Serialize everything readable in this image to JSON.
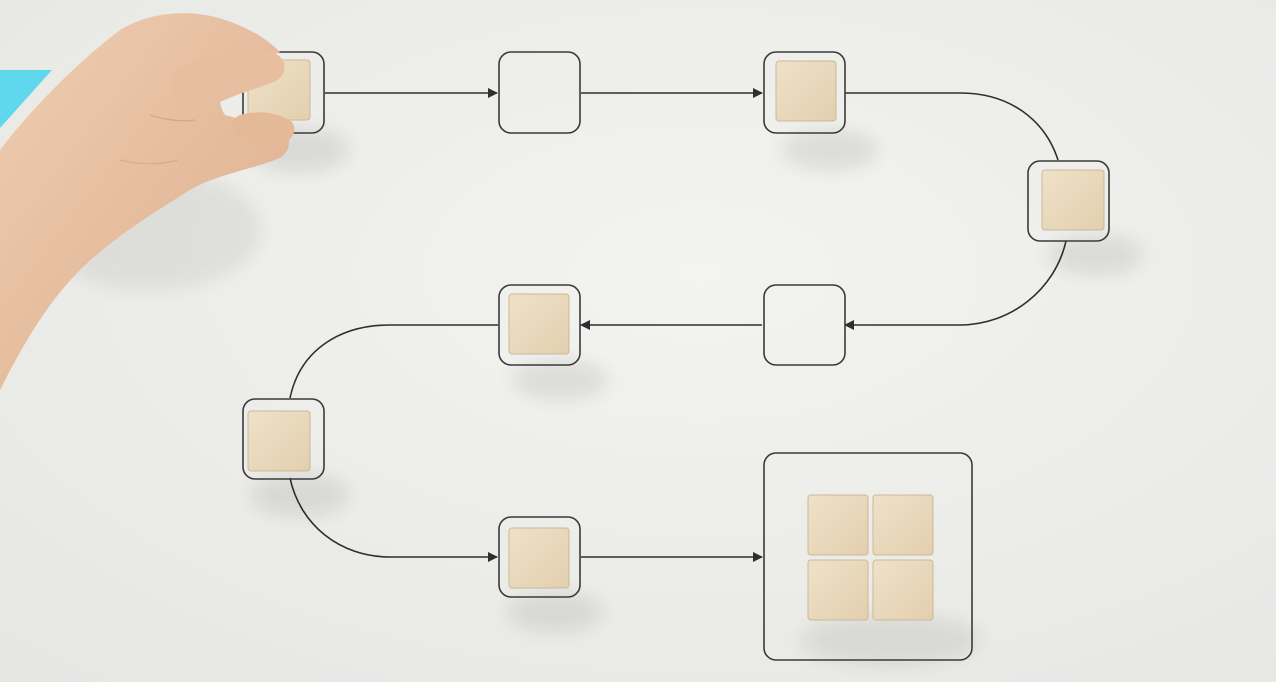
{
  "scene": {
    "kind": "photo-process-flow",
    "background_color": "#ececea",
    "line_color": "#2f2f2f",
    "outline_color": "#3a3a3a",
    "block_face_color": "#e9d9bf",
    "block_edge_color": "#cdb896",
    "accent_color": "#5fd8ee",
    "skin_color": "#e8c3a4"
  },
  "flow": {
    "steps": [
      {
        "id": "step-1",
        "has_block": true,
        "held_by_hand": true
      },
      {
        "id": "step-2",
        "has_block": false
      },
      {
        "id": "step-3",
        "has_block": true
      },
      {
        "id": "step-4",
        "has_block": true
      },
      {
        "id": "step-5",
        "has_block": false
      },
      {
        "id": "step-6",
        "has_block": true
      },
      {
        "id": "step-7",
        "has_block": true
      },
      {
        "id": "step-8",
        "has_block": true
      }
    ],
    "final_step": {
      "id": "step-final",
      "block_count": 4
    }
  }
}
